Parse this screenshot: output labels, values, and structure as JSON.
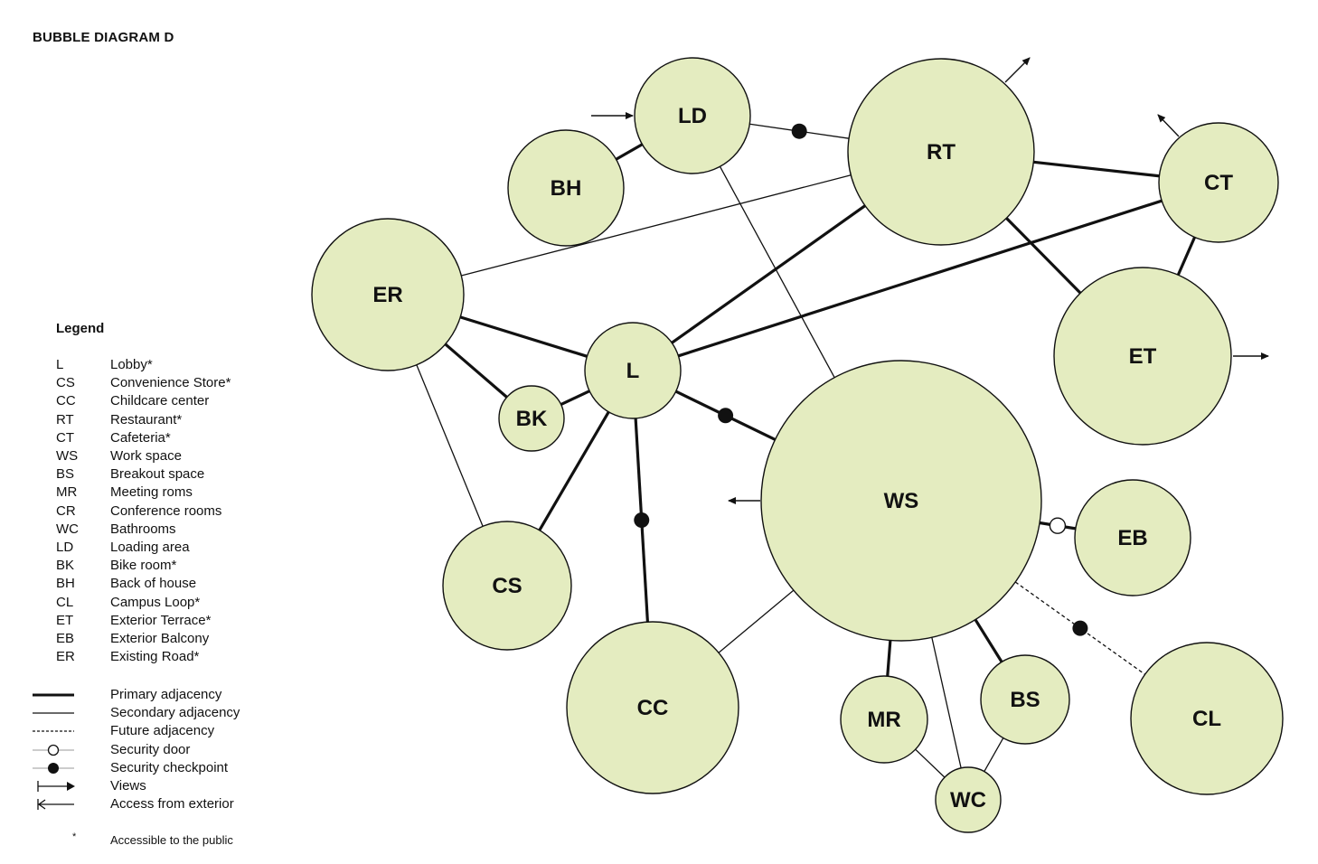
{
  "title": "BUBBLE DIAGRAM D",
  "colors": {
    "bubble_fill": "#e4ecc0",
    "stroke": "#111111",
    "background": "#ffffff"
  },
  "legend": {
    "heading": "Legend",
    "spaces": [
      {
        "abbr": "L",
        "name": "Lobby*"
      },
      {
        "abbr": "CS",
        "name": "Convenience Store*"
      },
      {
        "abbr": "CC",
        "name": "Childcare center"
      },
      {
        "abbr": "RT",
        "name": "Restaurant*"
      },
      {
        "abbr": "CT",
        "name": "Cafeteria*"
      },
      {
        "abbr": "WS",
        "name": "Work space"
      },
      {
        "abbr": "BS",
        "name": "Breakout space"
      },
      {
        "abbr": "MR",
        "name": "Meeting roms"
      },
      {
        "abbr": "CR",
        "name": "Conference rooms"
      },
      {
        "abbr": "WC",
        "name": "Bathrooms"
      },
      {
        "abbr": "LD",
        "name": "Loading area"
      },
      {
        "abbr": "BK",
        "name": "Bike room*"
      },
      {
        "abbr": "BH",
        "name": "Back of house"
      },
      {
        "abbr": "CL",
        "name": "Campus Loop*"
      },
      {
        "abbr": "ET",
        "name": "Exterior Terrace*"
      },
      {
        "abbr": "EB",
        "name": "Exterior Balcony"
      },
      {
        "abbr": "ER",
        "name": "Existing Road*"
      }
    ],
    "symbols": [
      {
        "icon": "primary-adjacency-line-icon",
        "label": "Primary adjacency"
      },
      {
        "icon": "secondary-adjacency-line-icon",
        "label": "Secondary adjacency"
      },
      {
        "icon": "future-adjacency-line-icon",
        "label": "Future adjacency"
      },
      {
        "icon": "security-door-icon",
        "label": "Security door"
      },
      {
        "icon": "security-checkpoint-icon",
        "label": "Security checkpoint"
      },
      {
        "icon": "views-arrow-icon",
        "label": "Views"
      },
      {
        "icon": "access-arrow-icon",
        "label": "Access from exterior"
      }
    ],
    "footnote_marker": "*",
    "footnote": "Accessible to the public"
  },
  "nodes": [
    {
      "id": "LD",
      "label": "LD"
    },
    {
      "id": "BH",
      "label": "BH"
    },
    {
      "id": "RT",
      "label": "RT"
    },
    {
      "id": "CT",
      "label": "CT"
    },
    {
      "id": "ER",
      "label": "ER"
    },
    {
      "id": "L",
      "label": "L"
    },
    {
      "id": "BK",
      "label": "BK"
    },
    {
      "id": "ET",
      "label": "ET"
    },
    {
      "id": "WS",
      "label": "WS"
    },
    {
      "id": "EB",
      "label": "EB"
    },
    {
      "id": "CS",
      "label": "CS"
    },
    {
      "id": "CC",
      "label": "CC"
    },
    {
      "id": "MR",
      "label": "MR"
    },
    {
      "id": "BS",
      "label": "BS"
    },
    {
      "id": "CL",
      "label": "CL"
    },
    {
      "id": "WC",
      "label": "WC"
    }
  ],
  "edges": [
    {
      "from": "LD",
      "to": "BH",
      "type": "primary"
    },
    {
      "from": "LD",
      "to": "RT",
      "type": "secondary",
      "marker": "checkpoint"
    },
    {
      "from": "LD",
      "to": "WS",
      "type": "secondary"
    },
    {
      "from": "RT",
      "to": "CT",
      "type": "primary"
    },
    {
      "from": "RT",
      "to": "ER",
      "type": "secondary"
    },
    {
      "from": "RT",
      "to": "L",
      "type": "primary"
    },
    {
      "from": "RT",
      "to": "ET",
      "type": "primary"
    },
    {
      "from": "CT",
      "to": "L",
      "type": "primary"
    },
    {
      "from": "CT",
      "to": "ET",
      "type": "primary"
    },
    {
      "from": "ER",
      "to": "L",
      "type": "primary"
    },
    {
      "from": "ER",
      "to": "BK",
      "type": "primary"
    },
    {
      "from": "ER",
      "to": "CS",
      "type": "secondary"
    },
    {
      "from": "L",
      "to": "BK",
      "type": "primary"
    },
    {
      "from": "L",
      "to": "WS",
      "type": "primary",
      "marker": "checkpoint"
    },
    {
      "from": "L",
      "to": "CS",
      "type": "primary"
    },
    {
      "from": "L",
      "to": "CC",
      "type": "primary",
      "marker": "checkpoint"
    },
    {
      "from": "WS",
      "to": "EB",
      "type": "primary",
      "marker": "door"
    },
    {
      "from": "WS",
      "to": "CL",
      "type": "future",
      "marker": "checkpoint"
    },
    {
      "from": "WS",
      "to": "CC",
      "type": "secondary"
    },
    {
      "from": "WS",
      "to": "MR",
      "type": "primary"
    },
    {
      "from": "WS",
      "to": "BS",
      "type": "primary"
    },
    {
      "from": "WS",
      "to": "WC",
      "type": "secondary"
    },
    {
      "from": "MR",
      "to": "WC",
      "type": "secondary"
    },
    {
      "from": "BS",
      "to": "WC",
      "type": "secondary"
    }
  ],
  "exterior_arrows": [
    {
      "node": "LD",
      "kind": "access"
    },
    {
      "node": "RT",
      "kind": "view"
    },
    {
      "node": "CT",
      "kind": "view"
    },
    {
      "node": "ET",
      "kind": "view"
    },
    {
      "node": "WS",
      "kind": "view"
    }
  ]
}
